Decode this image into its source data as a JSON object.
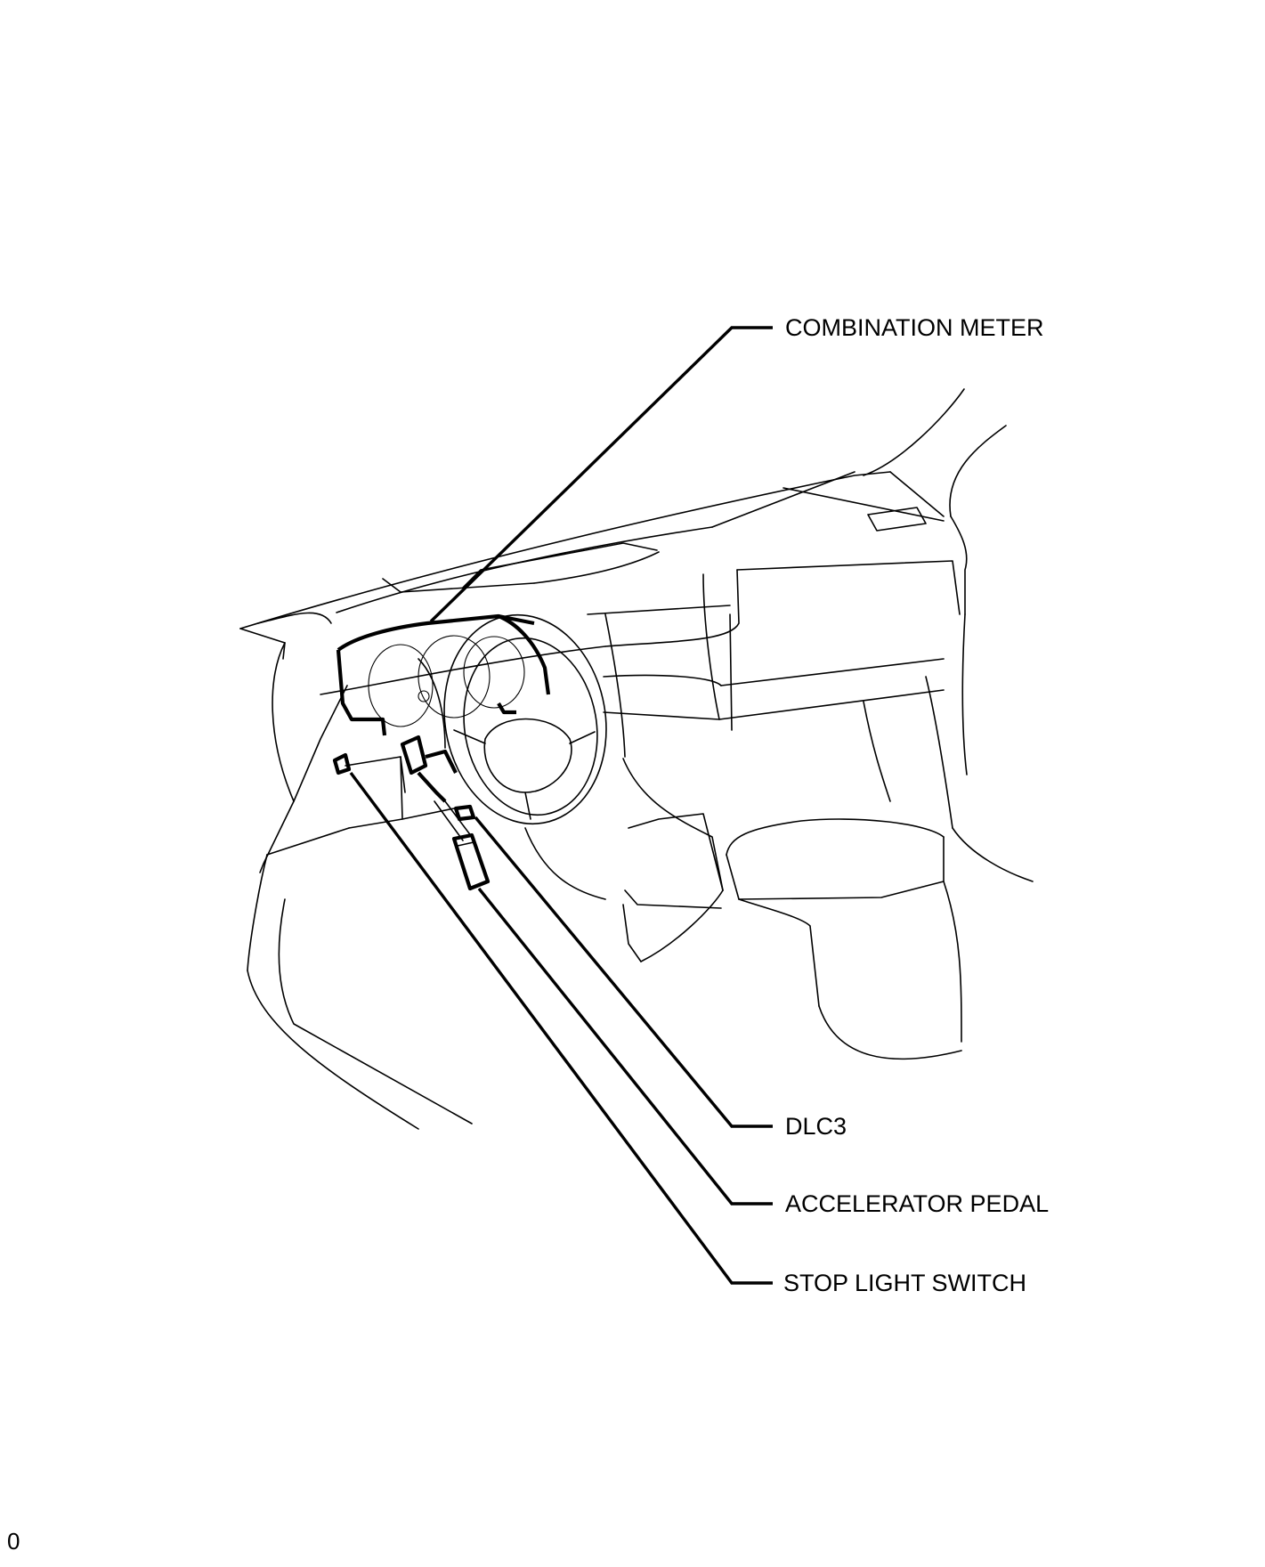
{
  "diagram": {
    "subject": "vehicle-interior-component-location",
    "callouts": [
      {
        "id": "combination-meter",
        "text": "COMBINATION METER"
      },
      {
        "id": "dlc3",
        "text": "DLC3"
      },
      {
        "id": "accelerator-pedal",
        "text": "ACCELERATOR PEDAL"
      },
      {
        "id": "stop-light-switch",
        "text": "STOP LIGHT SWITCH"
      }
    ]
  },
  "page": {
    "marker": "0"
  },
  "colors": {
    "line": "#000000",
    "background": "#ffffff"
  }
}
